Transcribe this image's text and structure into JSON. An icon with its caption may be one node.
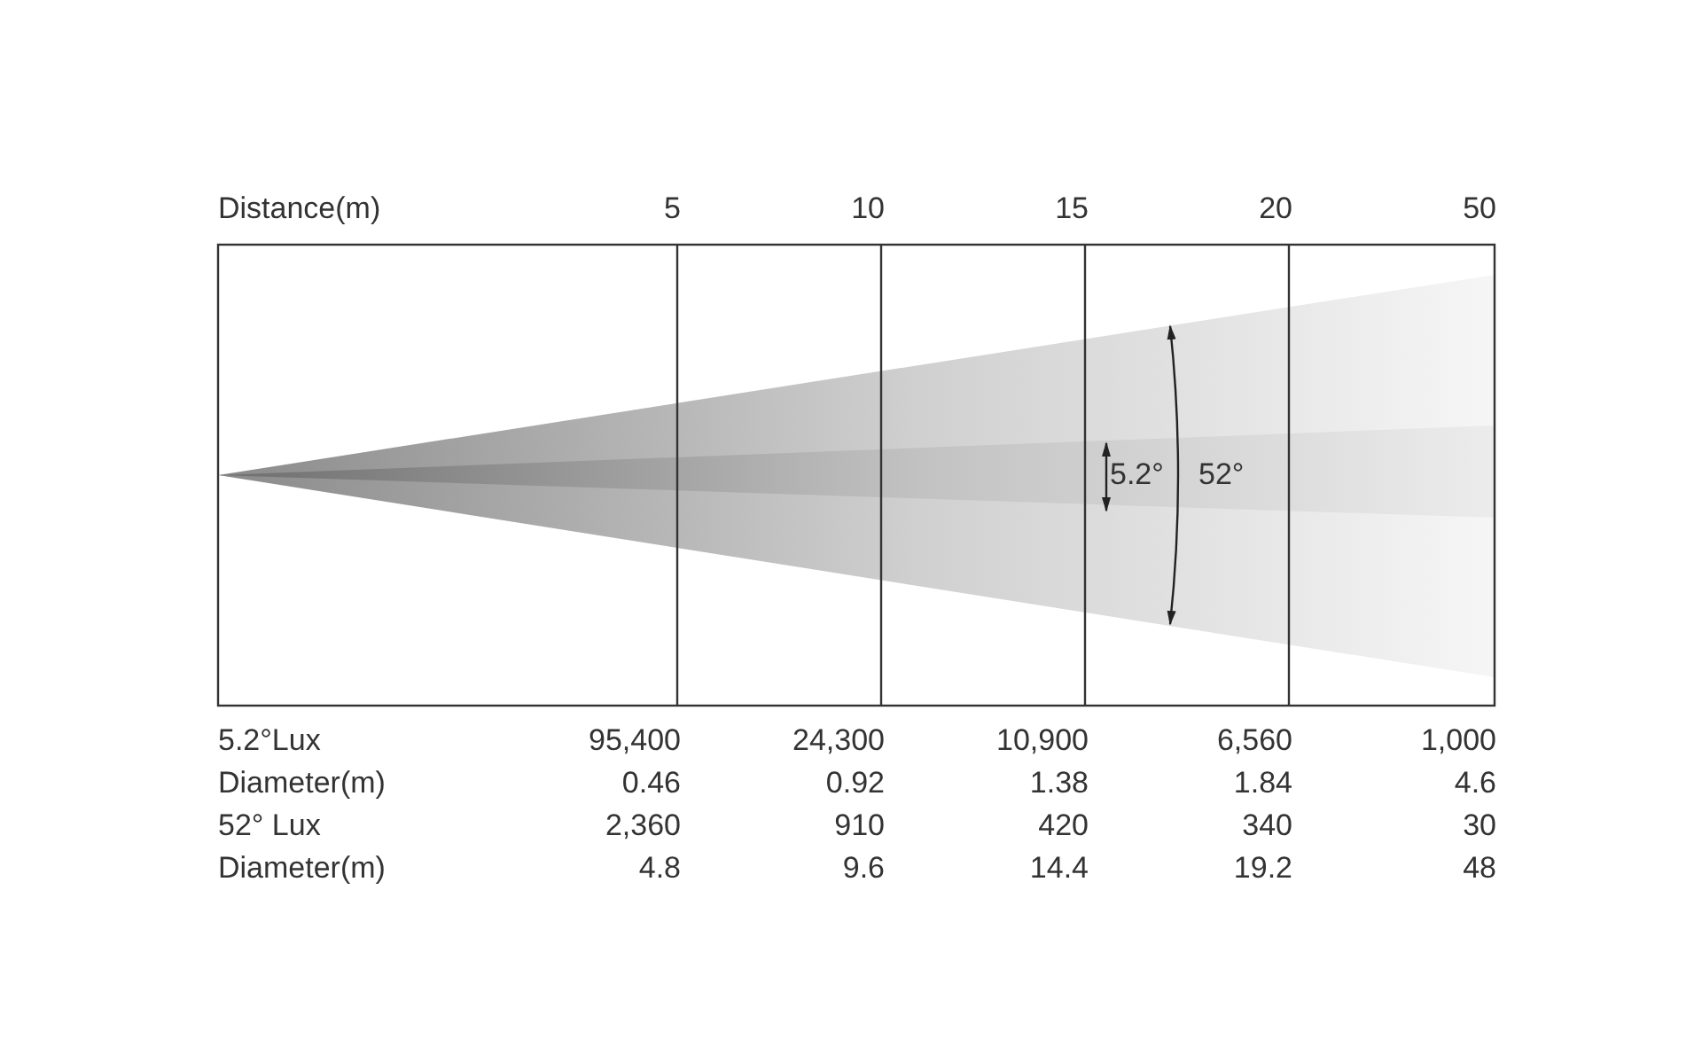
{
  "diagram": {
    "labels": [
      "Distance(m)",
      "5",
      "10",
      "15",
      "20",
      "50",
      "5.2°",
      "52°",
      "5.2°Lux",
      "95,400",
      "24,300",
      "10,900",
      "6,560",
      "1,000",
      "Diameter(m)",
      "0.46",
      "0.92",
      "1.38",
      "1.84",
      "4.6",
      "52° Lux",
      "2,360",
      "910",
      "420",
      "340",
      "30",
      "Diameter(m)",
      "4.8",
      "9.6",
      "14.4",
      "19.2",
      "48"
    ]
  }
}
